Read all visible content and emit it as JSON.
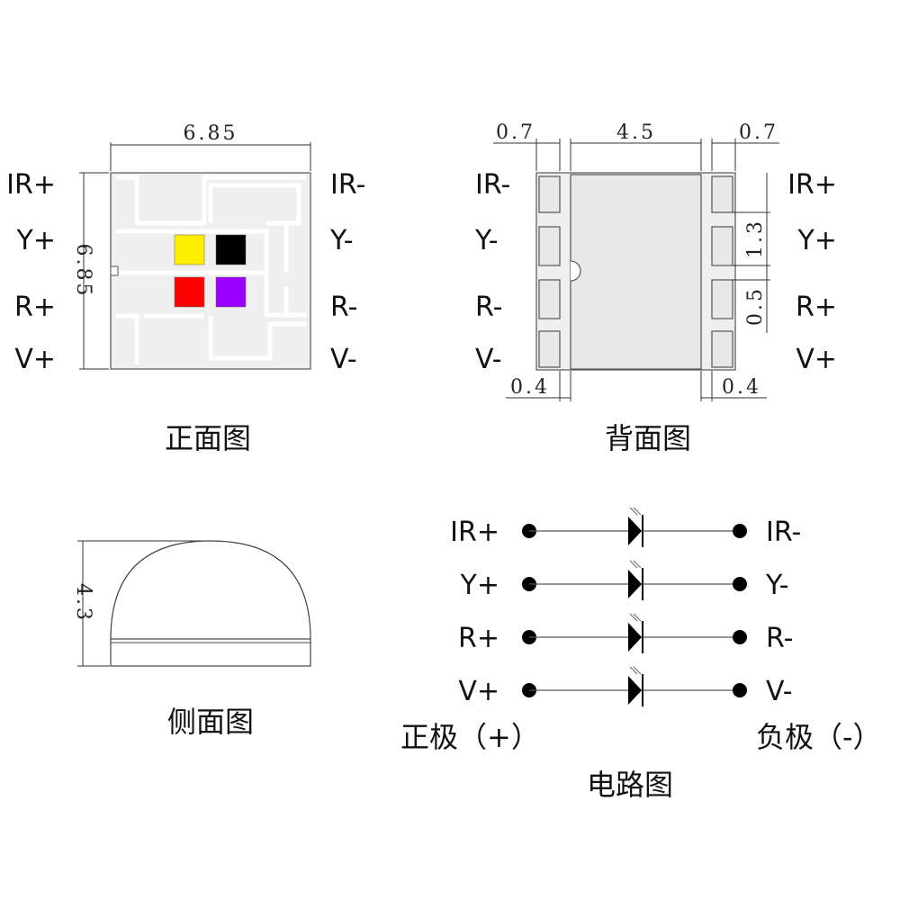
{
  "front_view": {
    "caption": "正面图",
    "width_dim": "6.85",
    "height_dim": "6.85",
    "left_pins": [
      "IR+",
      "Y+",
      "R+",
      "V+"
    ],
    "right_pins": [
      "IR-",
      "Y-",
      "R-",
      "V-"
    ],
    "chips": [
      {
        "name": "yellow-chip",
        "color": "#ffee00"
      },
      {
        "name": "black-chip",
        "color": "#000000"
      },
      {
        "name": "red-chip",
        "color": "#ff0000"
      },
      {
        "name": "violet-chip",
        "color": "#9a00ff"
      }
    ]
  },
  "back_view": {
    "caption": "背面图",
    "top_dims": [
      "0.7",
      "4.5",
      "0.7"
    ],
    "right_dims": [
      "1.3",
      "0.5"
    ],
    "bottom_dims": [
      "0.4",
      "0.4"
    ],
    "left_pins": [
      "IR-",
      "Y-",
      "R-",
      "V-"
    ],
    "right_pins": [
      "IR+",
      "Y+",
      "R+",
      "V+"
    ]
  },
  "side_view": {
    "caption": "侧面图",
    "height_dim": "4.3"
  },
  "circuit": {
    "caption": "电路图",
    "positive_label": "正极（+）",
    "negative_label": "负极（-）",
    "rows": [
      {
        "anode": "IR+",
        "cathode": "IR-"
      },
      {
        "anode": "Y+",
        "cathode": "Y-"
      },
      {
        "anode": "R+",
        "cathode": "R-"
      },
      {
        "anode": "V+",
        "cathode": "V-"
      }
    ]
  }
}
